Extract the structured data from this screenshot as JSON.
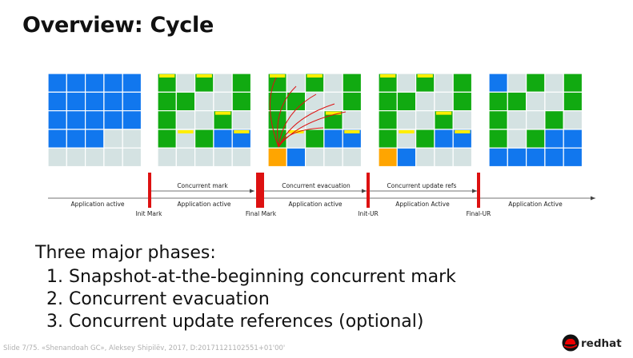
{
  "slide": {
    "title": "Overview: Cycle",
    "footer": "Slide 7/75. «Shenandoah GC», Aleksey Shipilëv, 2017, D:20171121102551+01'00'",
    "logo_text": "redhat"
  },
  "colors": {
    "blue": "#1177ee",
    "green": "#11aa11",
    "light": "#d4e2e2",
    "yellow": "#ffee00",
    "orange": "#ffa500",
    "red": "#dd1111"
  },
  "diagram": {
    "heaps": [
      {
        "name": "initial",
        "cells": [
          "BBBBB",
          "BBBBB",
          "BBBBB",
          "BBBLL",
          "LLLLL"
        ],
        "yellow_marks": []
      },
      {
        "name": "after-mark",
        "cells": [
          "GLGLG",
          "GGLLG",
          "GLLGL",
          "GLGBB",
          "LLLLL"
        ],
        "yellow_marks": [
          [
            0,
            0
          ],
          [
            1,
            3
          ],
          [
            2,
            0
          ],
          [
            3,
            2
          ],
          [
            4,
            3
          ]
        ]
      },
      {
        "name": "evacuation",
        "cells": [
          "GLGLG",
          "GGLLG",
          "GLLGL",
          "GLGBB",
          "OBLLL"
        ],
        "yellow_marks": [
          [
            0,
            0
          ],
          [
            1,
            3
          ],
          [
            2,
            0
          ],
          [
            3,
            2
          ],
          [
            4,
            3
          ]
        ]
      },
      {
        "name": "update-refs",
        "cells": [
          "GLGLG",
          "GGLLG",
          "GLLGL",
          "GLGBB",
          "OBLLL"
        ],
        "yellow_marks": [
          [
            0,
            0
          ],
          [
            1,
            3
          ],
          [
            2,
            0
          ],
          [
            3,
            2
          ],
          [
            4,
            3
          ]
        ]
      },
      {
        "name": "final",
        "cells": [
          "BLGLG",
          "GGLLG",
          "GLLGL",
          "GLGBB",
          "BBBBB"
        ],
        "yellow_marks": []
      }
    ],
    "markers": [
      "Init Mark",
      "Final Mark",
      "Init-UR",
      "Final-UR"
    ],
    "concurrent_phases": [
      "Concurrent mark",
      "Concurrent evacuation",
      "Concurrent update refs"
    ],
    "application_labels": [
      "Application active",
      "Application active",
      "Application active",
      "Application Active",
      "Application Active"
    ]
  },
  "phases": {
    "heading": "Three major phases:",
    "items": [
      "1.  Snapshot-at-the-beginning concurrent mark",
      "2.  Concurrent evacuation",
      "3.  Concurrent update references (optional)"
    ]
  }
}
